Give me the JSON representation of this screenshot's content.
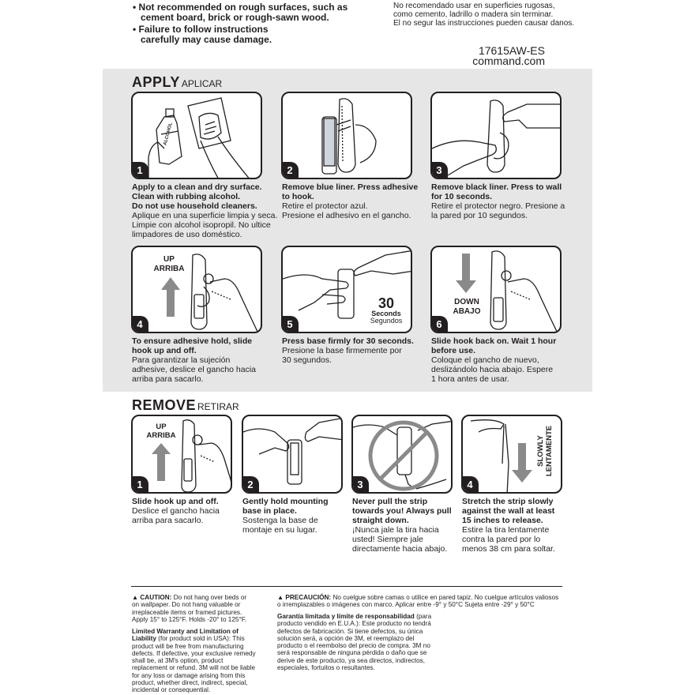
{
  "top": {
    "bullets": [
      {
        "line1": "• Not recommended on rough surfaces, such as",
        "line2": "cement board, brick or rough-sawn wood."
      },
      {
        "line1": "• Failure to follow instructions",
        "line2": "carefully may cause damage."
      }
    ],
    "spanish_lines": [
      "No recomendado usar en superficies rugosas,",
      "como cemento, ladrillo o madera sin terminar.",
      "El no segur las instrucciones pueden causar danos."
    ],
    "code": "17615AW-ES",
    "website": "command.com"
  },
  "apply": {
    "title": "APPLY",
    "subtitle": "APLICAR",
    "steps": [
      {
        "num": "1",
        "en": [
          "Apply to a clean and dry surface.",
          "Clean with rubbing alcohol.",
          "Do not use household cleaners."
        ],
        "es": [
          "Aplique en una superficie limpia y seca.",
          "Limpie con alcohol isopropil. No ultice",
          "limpadores de uso doméstico."
        ],
        "bottle_label": "ALCOHOL"
      },
      {
        "num": "2",
        "en": [
          "Remove blue liner. Press adhesive",
          "to hook."
        ],
        "es": [
          "Retire el protector azul.",
          "Presione el adhesivo en el gancho."
        ]
      },
      {
        "num": "3",
        "en": [
          "Remove black liner. Press to wall",
          "for 10 seconds."
        ],
        "es": [
          "Retire el protector negro. Presione a",
          "la pared por 10 segundos."
        ]
      },
      {
        "num": "4",
        "en": [
          "To ensure adhesive hold, slide",
          "hook up and off."
        ],
        "es": [
          "Para garantizar la sujeción",
          "adhesive, deslice el gancho hacia",
          "arriba para sacarlo."
        ],
        "arrow_en": "UP",
        "arrow_es": "ARRIBA"
      },
      {
        "num": "5",
        "en": [
          "Press base firmly for 30 seconds."
        ],
        "es": [
          "Presione la base firmemente por",
          "30 segundos."
        ],
        "big": "30",
        "small_en": "Seconds",
        "small_es": "Segundos"
      },
      {
        "num": "6",
        "en": [
          "Slide hook back on. Wait 1 hour",
          "before use."
        ],
        "es": [
          "Coloque el gancho de nuevo,",
          "deslizándolo hacia abajo. Espere",
          "1 hora antes de usar."
        ],
        "arrow_en": "DOWN",
        "arrow_es": "ABAJO"
      }
    ]
  },
  "remove": {
    "title": "REMOVE",
    "subtitle": "RETIRAR",
    "steps": [
      {
        "num": "1",
        "en": [
          "Slide hook up and off."
        ],
        "es": [
          "Deslice el gancho hacia",
          "arriba para sacarlo."
        ],
        "arrow_en": "UP",
        "arrow_es": "ARRIBA"
      },
      {
        "num": "2",
        "en": [
          "Gently hold mounting",
          "base in place."
        ],
        "es": [
          "Sostenga la base de",
          "montaje en su lugar."
        ]
      },
      {
        "num": "3",
        "en": [
          "Never pull the strip",
          "towards you! Always pull",
          "straight down."
        ],
        "es": [
          "¡Nunca jale la tira hacia",
          "usted! Siempre jale",
          "directamente hacia abajo."
        ]
      },
      {
        "num": "4",
        "en": [
          "Stretch the strip slowly",
          "against the wall at least",
          "15 inches to release."
        ],
        "es": [
          "Estire la tira lentamente",
          "contra la pared por lo",
          "menos 38 cm para soltar."
        ],
        "arrow_en": "SLOWLY",
        "arrow_es": "LENTAMENTE"
      }
    ]
  },
  "footer": {
    "caution_title": "CAUTION:",
    "caution_lines": [
      "Do not hang over beds or",
      "on wallpaper. Do not hang valuable or",
      "irreplaceable items or framed pictures.",
      "Apply 15° to 125°F. Holds -20° to 125°F."
    ],
    "warranty_title": [
      "Limited Warranty and Limitation of",
      "Liability"
    ],
    "warranty_lines": [
      "(for product sold in USA): This",
      "product will be free from manufacturing",
      "defects. If defective, your exclusive remedy",
      "shall be, at 3M's option, product",
      "replacement or refund. 3M will not be liable",
      "for any loss or damage arising from this",
      "product, whether direct, indirect, special,",
      "incidental or consequential."
    ],
    "precaucion_title": "PRECAUCIÓN:",
    "precaucion_lines": [
      "No cuelgue sobre camas o utilice en pared tapiz. No cuelgue artículos valiosos",
      "o irremplazables o imágenes con marco. Aplicar entre -9° y 50°C Sujeta entre -29° y 50°C"
    ],
    "garantia_title": "Garantía limitada y límite de responsabilidad",
    "garantia_lines": [
      "(para",
      "producto vendido en E.U.A.): Este producto no tendrá",
      "defectos de fabricación. Si tiene defectos, su única",
      "solución será, a opción de 3M, el reemplazo del",
      "producto o el reembolso del precio de compra. 3M no",
      "será responsable de ninguna pérdida o daño que se",
      "derive de este producto, ya sea directos, indirectos,",
      "especiales, fortuitos o resultantes."
    ]
  },
  "colors": {
    "ink": "#231f20",
    "panel_gray": "#e6e6e6",
    "arrow_gray": "#8a8a8a"
  }
}
